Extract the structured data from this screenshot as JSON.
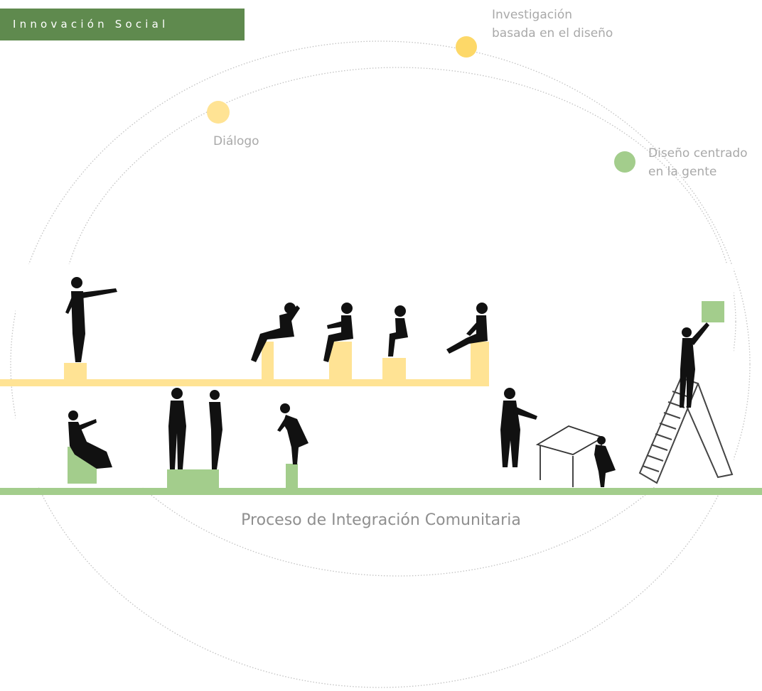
{
  "banner": {
    "title": "Innovación Social",
    "color": "#5f8a4e"
  },
  "labels": {
    "investigacion_line1": "Investigación",
    "investigacion_line2": "basada en el diseño",
    "dialogo": "Diálogo",
    "disenio_line1": "Diseño centrado",
    "disenio_line2": "en la gente",
    "process": "Proceso de Integración Comunitaria"
  },
  "colors": {
    "yellow": "#ffe394",
    "yellow_dot": "#fdd868",
    "green": "#a3cd8c",
    "text": "#a9a9a9"
  }
}
